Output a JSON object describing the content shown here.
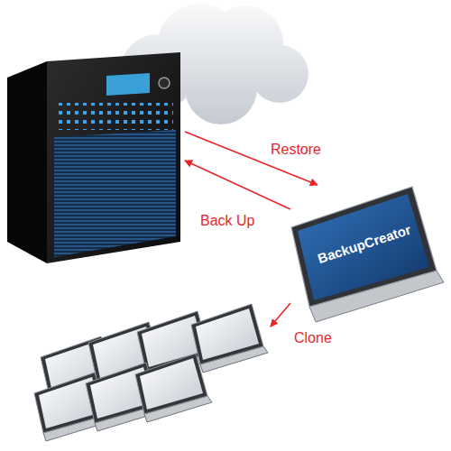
{
  "diagram": {
    "nodes": [
      {
        "text": []
      },
      {
        "text": [
          "BackupCreator"
        ]
      },
      {
        "text": []
      }
    ],
    "edges": [
      {
        "from": 0,
        "to": 1,
        "label": "Restore",
        "arrow": "to"
      },
      {
        "from": 1,
        "to": 0,
        "label": "Back Up",
        "arrow": "to"
      },
      {
        "from": 1,
        "to": 2,
        "label": "Clone",
        "arrow": "to"
      }
    ]
  }
}
